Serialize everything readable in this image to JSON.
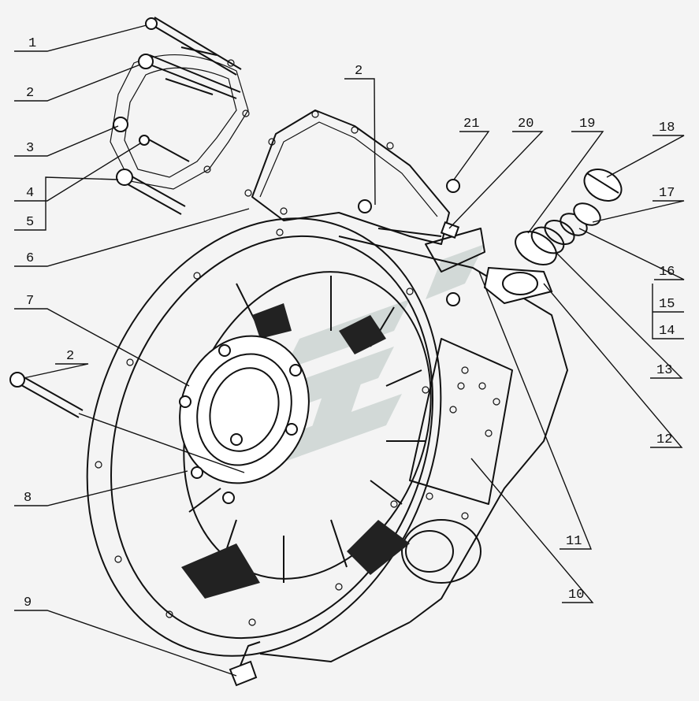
{
  "labels": [
    {
      "id": "l1",
      "text": "1"
    },
    {
      "id": "l2a",
      "text": "2"
    },
    {
      "id": "l3",
      "text": "3"
    },
    {
      "id": "l4",
      "text": "4"
    },
    {
      "id": "l5",
      "text": "5"
    },
    {
      "id": "l6",
      "text": "6"
    },
    {
      "id": "l7",
      "text": "7"
    },
    {
      "id": "l2b",
      "text": "2"
    },
    {
      "id": "l8",
      "text": "8"
    },
    {
      "id": "l9",
      "text": "9"
    },
    {
      "id": "l2c",
      "text": "2"
    },
    {
      "id": "l21",
      "text": "21"
    },
    {
      "id": "l20",
      "text": "20"
    },
    {
      "id": "l19",
      "text": "19"
    },
    {
      "id": "l18",
      "text": "18"
    },
    {
      "id": "l17",
      "text": "17"
    },
    {
      "id": "l16",
      "text": "16"
    },
    {
      "id": "l15",
      "text": "15"
    },
    {
      "id": "l14",
      "text": "14"
    },
    {
      "id": "l13",
      "text": "13"
    },
    {
      "id": "l12",
      "text": "12"
    },
    {
      "id": "l11",
      "text": "11"
    },
    {
      "id": "l10",
      "text": "10"
    }
  ],
  "colors": {
    "ink": "#111111",
    "paper": "#f4f4f4",
    "watermark": "#b8c4c0"
  },
  "icons": {
    "watermark": "gaz-logo-watermark"
  }
}
